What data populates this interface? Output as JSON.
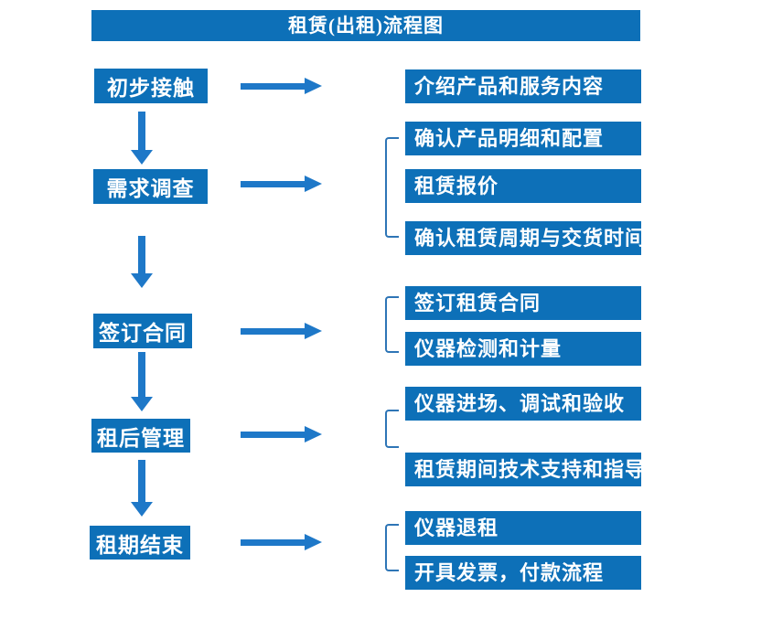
{
  "title": "租赁(出租)流程图",
  "colors": {
    "box_blue": "#0d70b8",
    "arrow_blue": "#1e78c8",
    "bracket_blue": "#2e75b6",
    "text": "#ffffff",
    "background": "#ffffff"
  },
  "stages": [
    {
      "label": "初步接触",
      "outputs": [
        "介绍产品和服务内容"
      ]
    },
    {
      "label": "需求调查",
      "outputs": [
        "确认产品明细和配置",
        "租赁报价",
        "确认租赁周期与交货时间"
      ]
    },
    {
      "label": "签订合同",
      "outputs": [
        "签订租赁合同",
        "仪器检测和计量"
      ]
    },
    {
      "label": "租后管理",
      "outputs": [
        "仪器进场、调试和验收",
        "租赁期间技术支持和指导"
      ]
    },
    {
      "label": "租期结束",
      "outputs": [
        "仪器退租",
        "开具发票，付款流程"
      ]
    }
  ]
}
